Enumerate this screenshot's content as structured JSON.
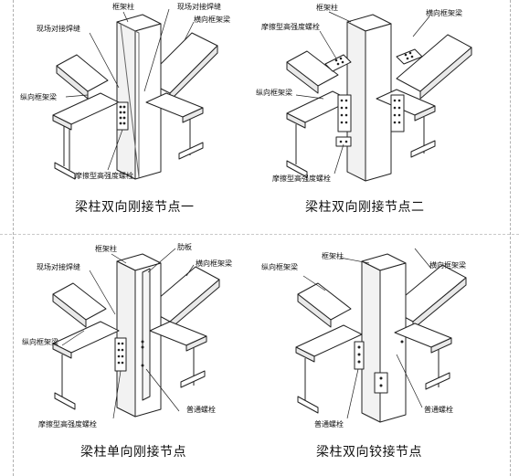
{
  "panels": [
    {
      "caption": "梁柱双向刚接节点一",
      "labels": {
        "column": "框架柱",
        "field_weld": "现场对接焊缝",
        "field_weld_top": "现场对接焊缝",
        "transverse_beam": "横向框架梁",
        "longitudinal_beam": "纵向框架梁",
        "hs_bolt": "摩擦型高强度螺栓"
      }
    },
    {
      "caption": "梁柱双向刚接节点二",
      "labels": {
        "column": "框架柱",
        "hs_bolt_top": "摩擦型高强度螺栓",
        "transverse_beam": "横向框架梁",
        "longitudinal_beam": "纵向框架梁",
        "hs_bolt": "摩擦型高强度螺栓"
      }
    },
    {
      "caption": "梁柱单向刚接节点",
      "labels": {
        "column": "框架柱",
        "rib_plate": "肋板",
        "field_weld": "现场对接焊缝",
        "transverse_beam": "横向框架梁",
        "longitudinal_beam": "纵向框架梁",
        "hs_bolt": "摩擦型高强度螺栓",
        "common_bolt": "普通螺栓"
      }
    },
    {
      "caption": "梁柱双向铰接节点",
      "labels": {
        "longitudinal_beam": "纵向框架梁",
        "column": "框架柱",
        "transverse_beam": "横向框架梁",
        "common_bolt_left": "普通螺栓",
        "common_bolt_right": "普通螺栓"
      }
    }
  ]
}
